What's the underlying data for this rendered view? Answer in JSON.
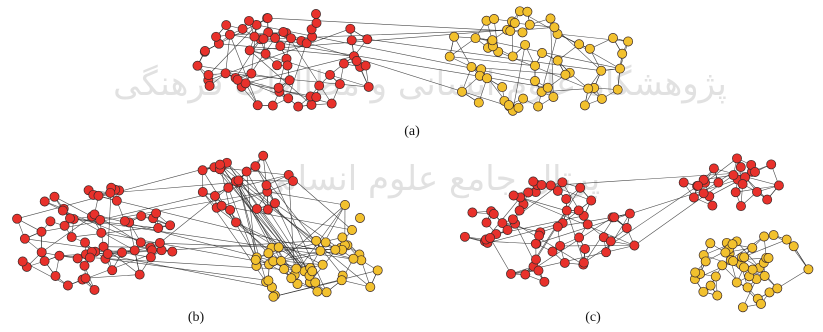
{
  "figure": {
    "panels": [
      {
        "id": "a",
        "label": "(a)"
      },
      {
        "id": "b",
        "label": "(b)"
      },
      {
        "id": "c",
        "label": "(c)"
      }
    ],
    "watermark": {
      "line1": "پژوهشگاه علوم انسانی و مطالعات فرهنگی",
      "line2": "پرتال جامع علوم انسانی"
    },
    "colors": {
      "community_red": "#e8312b",
      "community_yellow": "#f2c12e",
      "edge": "#2b2b2b",
      "background": "#ffffff"
    }
  }
}
